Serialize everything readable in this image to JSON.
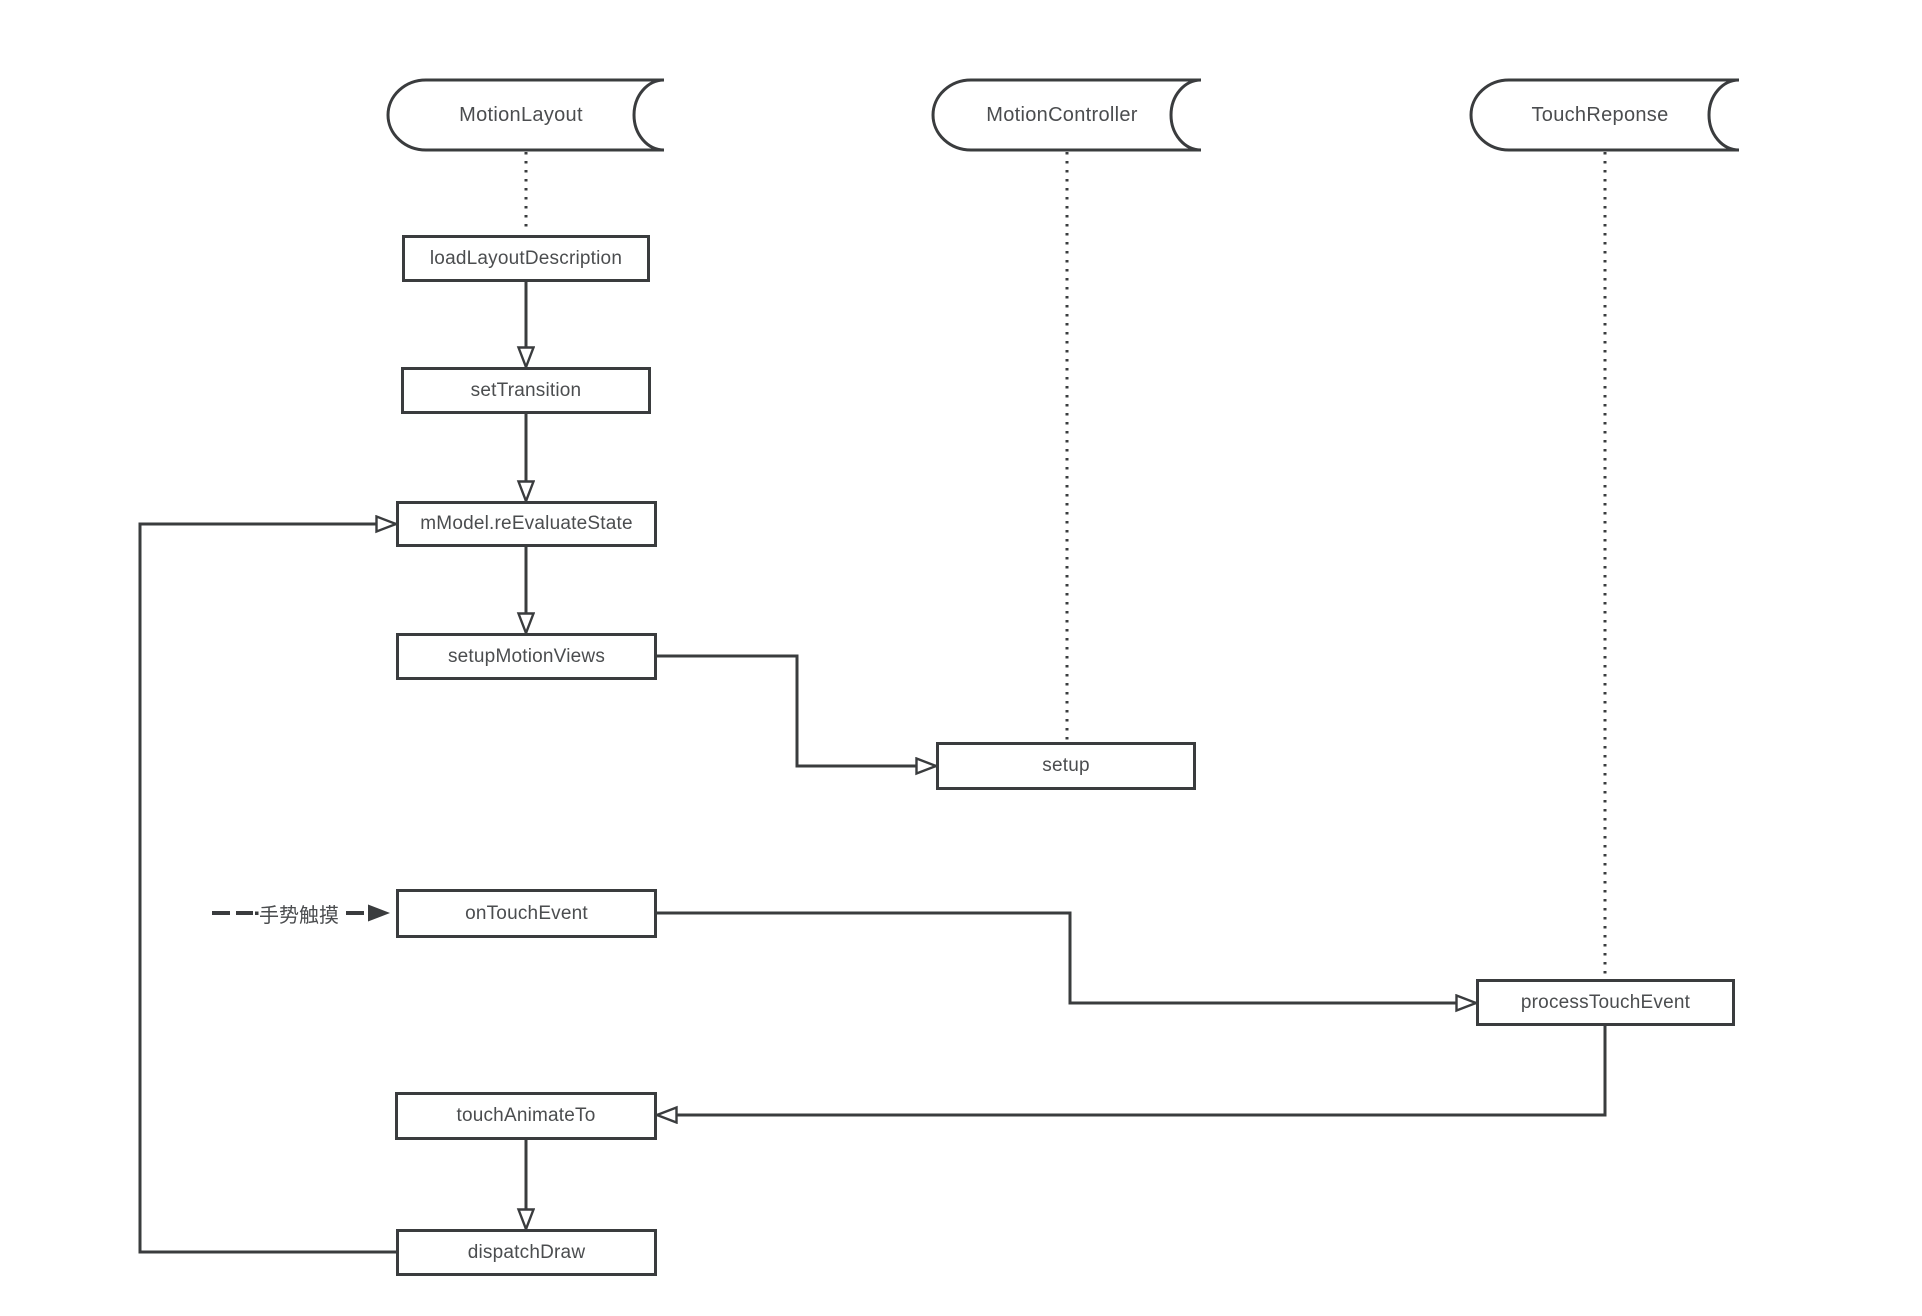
{
  "diagram": {
    "type": "sequence-flowchart",
    "colors": {
      "background": "#ffffff",
      "stroke": "#3a3c3e",
      "text": "#4b4d4f"
    },
    "lifelines": [
      {
        "label": "MotionLayout"
      },
      {
        "label": "MotionController"
      },
      {
        "label": "TouchReponse"
      }
    ],
    "nodes": [
      {
        "label": "loadLayoutDescription"
      },
      {
        "label": "setTransition"
      },
      {
        "label": "mModel.reEvaluateState"
      },
      {
        "label": "setupMotionViews"
      },
      {
        "label": "setup"
      },
      {
        "label": "onTouchEvent"
      },
      {
        "label": "processTouchEvent"
      },
      {
        "label": "touchAnimateTo"
      },
      {
        "label": "dispatchDraw"
      }
    ],
    "gesture_annotation": {
      "label": "手势触摸"
    }
  }
}
